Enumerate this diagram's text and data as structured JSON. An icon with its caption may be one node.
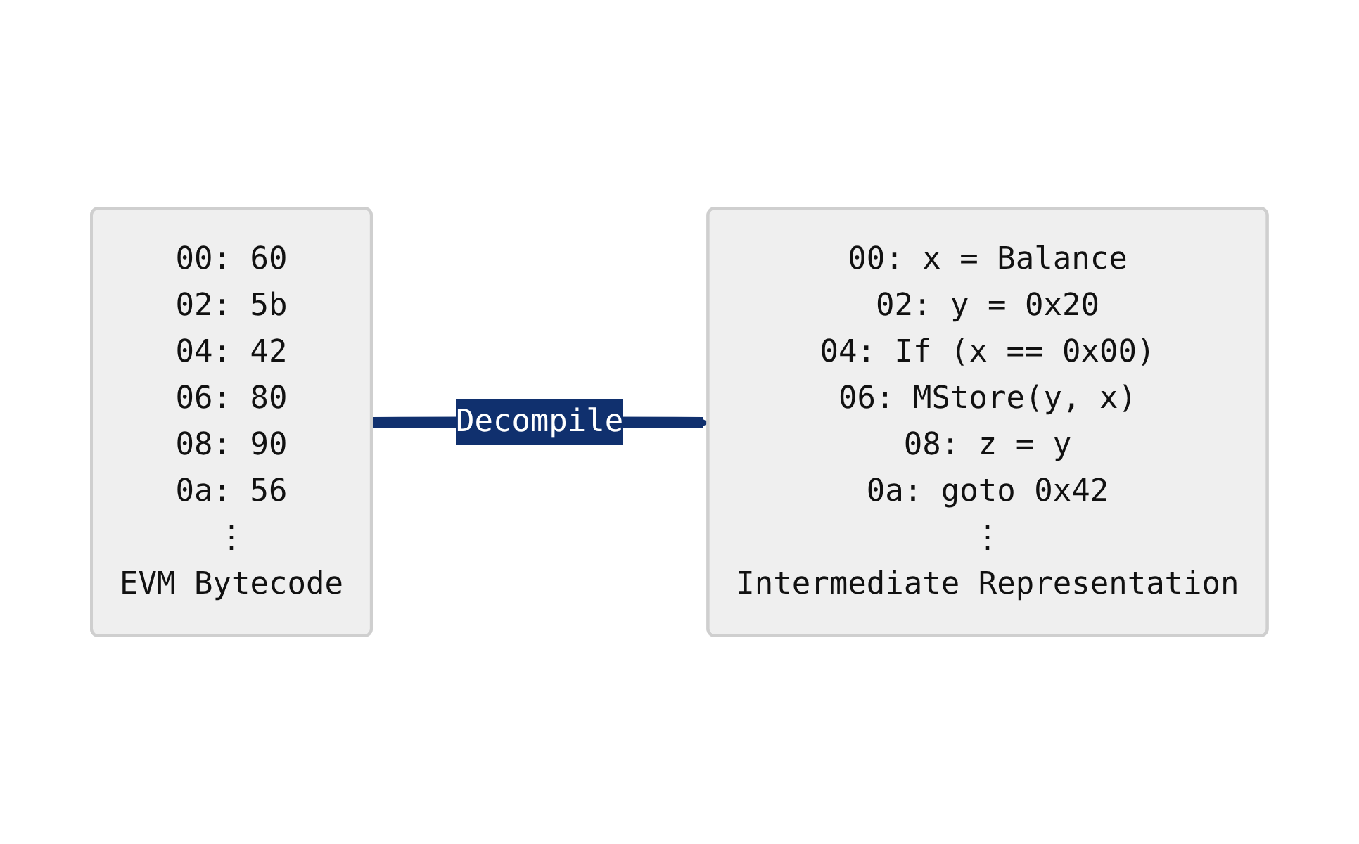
{
  "diagram": {
    "nodes": [
      {
        "text": [
          "00: 60",
          "02: 5b",
          "04: 42",
          "06: 80",
          "08: 90",
          "0a: 56",
          "⋮",
          "EVM Bytecode"
        ]
      },
      {
        "text": [
          "00: x = Balance",
          "02: y = 0x20",
          "04: If (x == 0x00)",
          "06: MStore(y, x)",
          "08: z = y",
          "0a: goto 0x42",
          "⋮",
          "Intermediate Representation"
        ]
      }
    ],
    "edges": [
      {
        "from": 0,
        "to": 1,
        "arrow": "to",
        "label": "Decompile"
      }
    ]
  }
}
